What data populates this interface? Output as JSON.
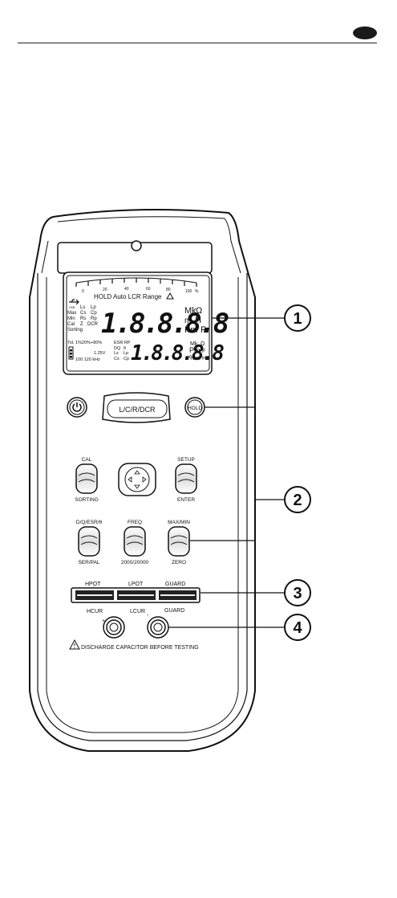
{
  "lcd": {
    "scale_ticks": [
      "0",
      "20",
      "40",
      "60",
      "80",
      "100"
    ],
    "scale_unit": "%",
    "mode_line": "HOLD Auto LCR Range",
    "left_block": [
      {
        "a": "Max",
        "b": "Ls",
        "c": "Lp"
      },
      {
        "a": "Min",
        "b": "Cs",
        "c": "Cp"
      },
      {
        "a": "Cal",
        "b": "Rs",
        "c": "Rp"
      },
      {
        "a": "Sorting",
        "b": "Z",
        "c": "DCR"
      }
    ],
    "usb": "USB",
    "main_digits": "1.8.8.8.8",
    "main_units": {
      "mk": "Mk",
      "ohm": "Ω",
      "m": "m",
      "h": "H",
      "pn": "Pm",
      "f": "F"
    },
    "tol_line": "Tol. 1%20%+80%",
    "esr_rp": "ESR RP",
    "dq": "DQ",
    "theta": "θ",
    "voltage": "1.25V",
    "ls": "Ls",
    "lp": "Lp",
    "cs": "Cs",
    "cp": "Cp",
    "freq_line": "100 120 kHz",
    "sub_digits": "1.8.8.8.8",
    "sub_units": {
      "mk": "Mk",
      "ohm": "Ω",
      "pn": "Pm",
      "f": "F",
      "pct": "%",
      "m": "m",
      "h": "H"
    }
  },
  "buttons": {
    "lcr": "L/C/R/DCR",
    "hold": "HOLD",
    "cal": "CAL",
    "sorting": "SORTING",
    "setup": "SETUP",
    "enter": "ENTER",
    "dq": "D/Q/ESR/θ",
    "serpal": "SER/PAL",
    "freq": "FREQ",
    "freqsub": "2000/20000",
    "maxmin": "MAX/MIN",
    "zero": "ZERO"
  },
  "terminals": {
    "hpot": "HPOT",
    "lpot": "LPOT",
    "guard_top": "GUARD",
    "hcur": "HCUR",
    "lcur": "LCUR",
    "guard_bot": "GUARD",
    "plus": "+",
    "minus": "-"
  },
  "warning": "DISCHARGE CAPACITOR BEFORE TESTING",
  "callouts": [
    "1",
    "2",
    "3",
    "4"
  ]
}
